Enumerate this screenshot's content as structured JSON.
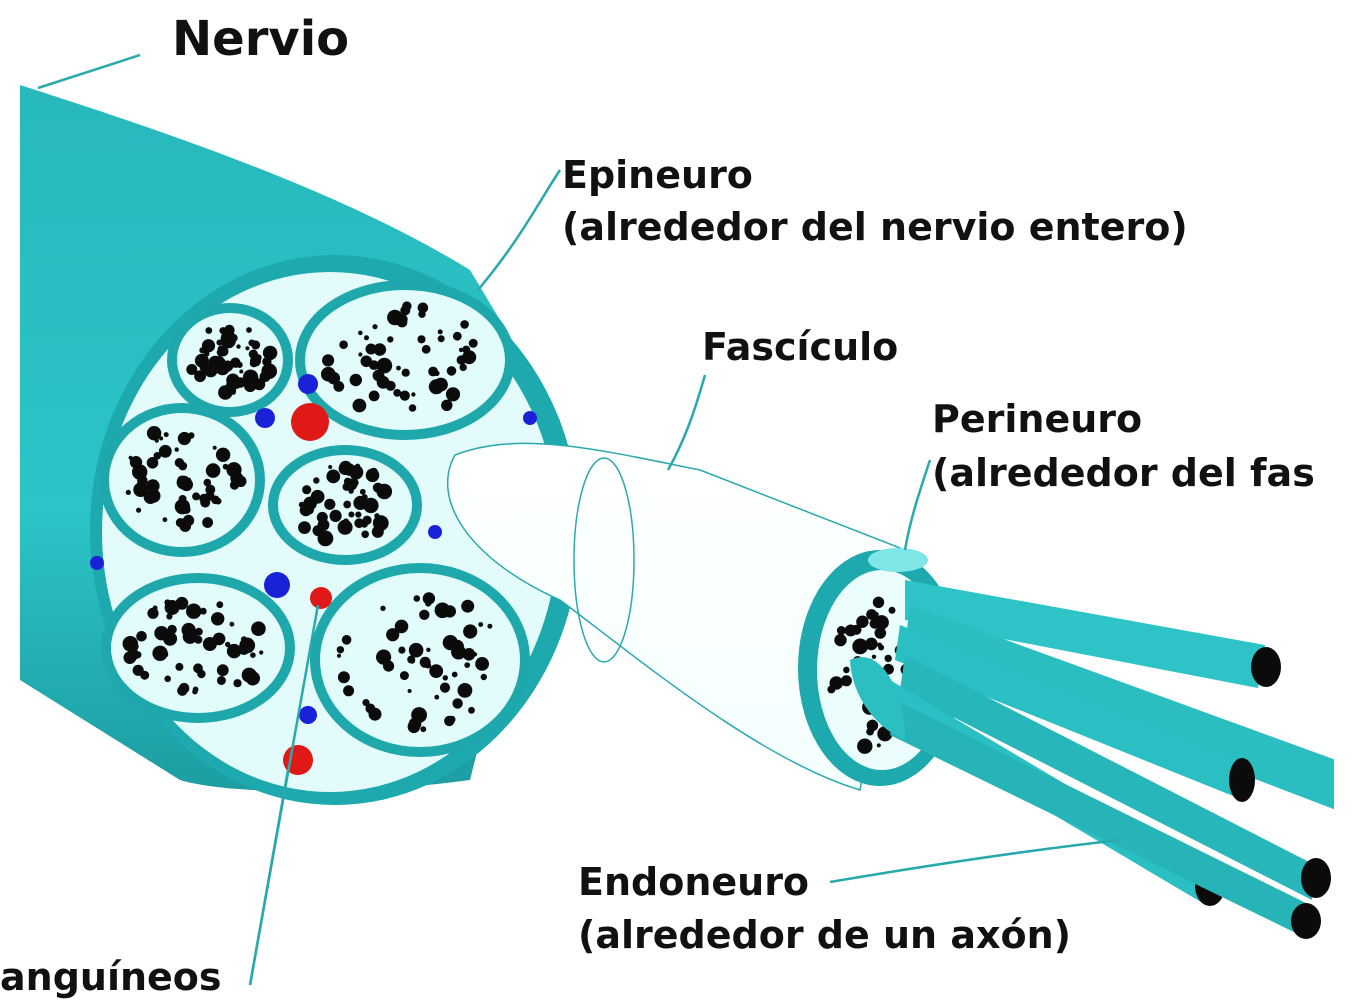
{
  "labels": {
    "nervio": "Nervio",
    "epineuro_1": "Epineuro",
    "epineuro_2": "(alrededor del nervio entero)",
    "fasciculo": "Fascículo",
    "perineuro_1": "Perineuro",
    "perineuro_2": "(alrededor del fas",
    "endoneuro_1": "Endoneuro",
    "endoneuro_2": "(alrededor de un axón)",
    "vasos": "anguíneos"
  },
  "colors": {
    "nerve_body": "#2bbfc2",
    "nerve_dark": "#1a9a9e",
    "fascicle_fill": "#e2fbfb",
    "axon_dot": "#0b0b0b",
    "vein": "#1a22d8",
    "artery": "#e01818",
    "leader_line": "#2aa9ad"
  }
}
